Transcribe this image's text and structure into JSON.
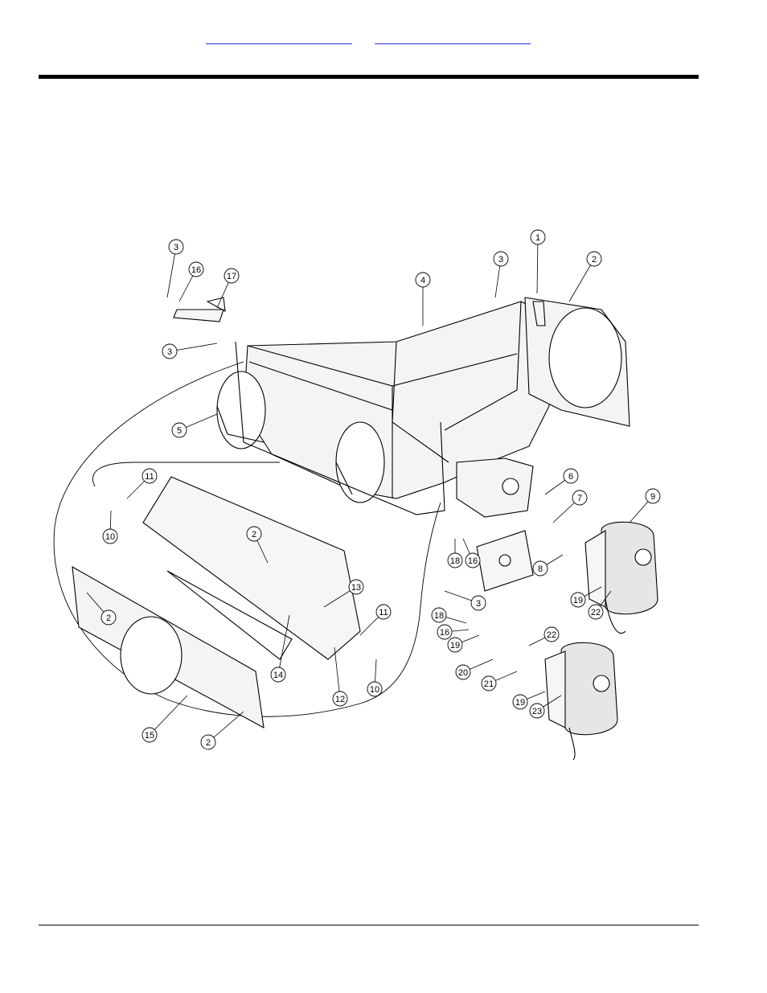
{
  "header": {
    "link_left": "",
    "link_right": ""
  },
  "diagram": {
    "callouts": [
      {
        "id": "c-3a",
        "label": "3"
      },
      {
        "id": "c-16a",
        "label": "16"
      },
      {
        "id": "c-17",
        "label": "17"
      },
      {
        "id": "c-3b",
        "label": "3"
      },
      {
        "id": "c-4",
        "label": "4"
      },
      {
        "id": "c-3c",
        "label": "3"
      },
      {
        "id": "c-1",
        "label": "1"
      },
      {
        "id": "c-2a",
        "label": "2"
      },
      {
        "id": "c-5",
        "label": "5"
      },
      {
        "id": "c-11a",
        "label": "11"
      },
      {
        "id": "c-10a",
        "label": "10"
      },
      {
        "id": "c-2b",
        "label": "2"
      },
      {
        "id": "c-6",
        "label": "6"
      },
      {
        "id": "c-7",
        "label": "7"
      },
      {
        "id": "c-9",
        "label": "9"
      },
      {
        "id": "c-18a",
        "label": "18"
      },
      {
        "id": "c-16b",
        "label": "16"
      },
      {
        "id": "c-8",
        "label": "8"
      },
      {
        "id": "c-19a",
        "label": "19"
      },
      {
        "id": "c-22a",
        "label": "22"
      },
      {
        "id": "c-2c",
        "label": "2"
      },
      {
        "id": "c-13",
        "label": "13"
      },
      {
        "id": "c-3d",
        "label": "3"
      },
      {
        "id": "c-18b",
        "label": "18"
      },
      {
        "id": "c-16c",
        "label": "16"
      },
      {
        "id": "c-19b",
        "label": "19"
      },
      {
        "id": "c-22b",
        "label": "22"
      },
      {
        "id": "c-11b",
        "label": "11"
      },
      {
        "id": "c-20",
        "label": "20"
      },
      {
        "id": "c-14",
        "label": "14"
      },
      {
        "id": "c-21",
        "label": "21"
      },
      {
        "id": "c-10b",
        "label": "10"
      },
      {
        "id": "c-12",
        "label": "12"
      },
      {
        "id": "c-19c",
        "label": "19"
      },
      {
        "id": "c-23",
        "label": "23"
      },
      {
        "id": "c-15",
        "label": "15"
      },
      {
        "id": "c-2d",
        "label": "2"
      }
    ]
  }
}
